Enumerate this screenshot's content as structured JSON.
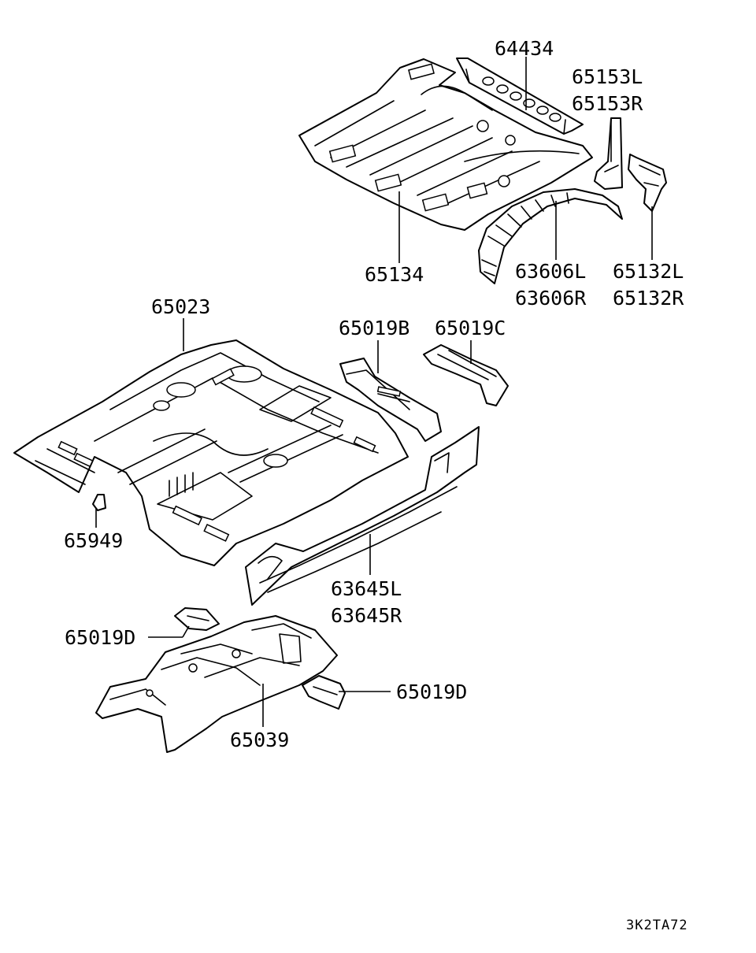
{
  "diagram_id": "3K2TA72",
  "callouts": [
    {
      "id": "c64434",
      "lines": [
        "64434"
      ]
    },
    {
      "id": "c65153",
      "lines": [
        "65153L",
        "65153R"
      ]
    },
    {
      "id": "c65134",
      "lines": [
        "65134"
      ]
    },
    {
      "id": "c63606",
      "lines": [
        "63606L",
        "63606R"
      ]
    },
    {
      "id": "c65132",
      "lines": [
        "65132L",
        "65132R"
      ]
    },
    {
      "id": "c65023",
      "lines": [
        "65023"
      ]
    },
    {
      "id": "c65019B",
      "lines": [
        "65019B"
      ]
    },
    {
      "id": "c65019C",
      "lines": [
        "65019C"
      ]
    },
    {
      "id": "c65949",
      "lines": [
        "65949"
      ]
    },
    {
      "id": "c63645",
      "lines": [
        "63645L",
        "63645R"
      ]
    },
    {
      "id": "c65019D_left",
      "lines": [
        "65019D"
      ]
    },
    {
      "id": "c65019D_right",
      "lines": [
        "65019D"
      ]
    },
    {
      "id": "c65039",
      "lines": [
        "65039"
      ]
    }
  ]
}
